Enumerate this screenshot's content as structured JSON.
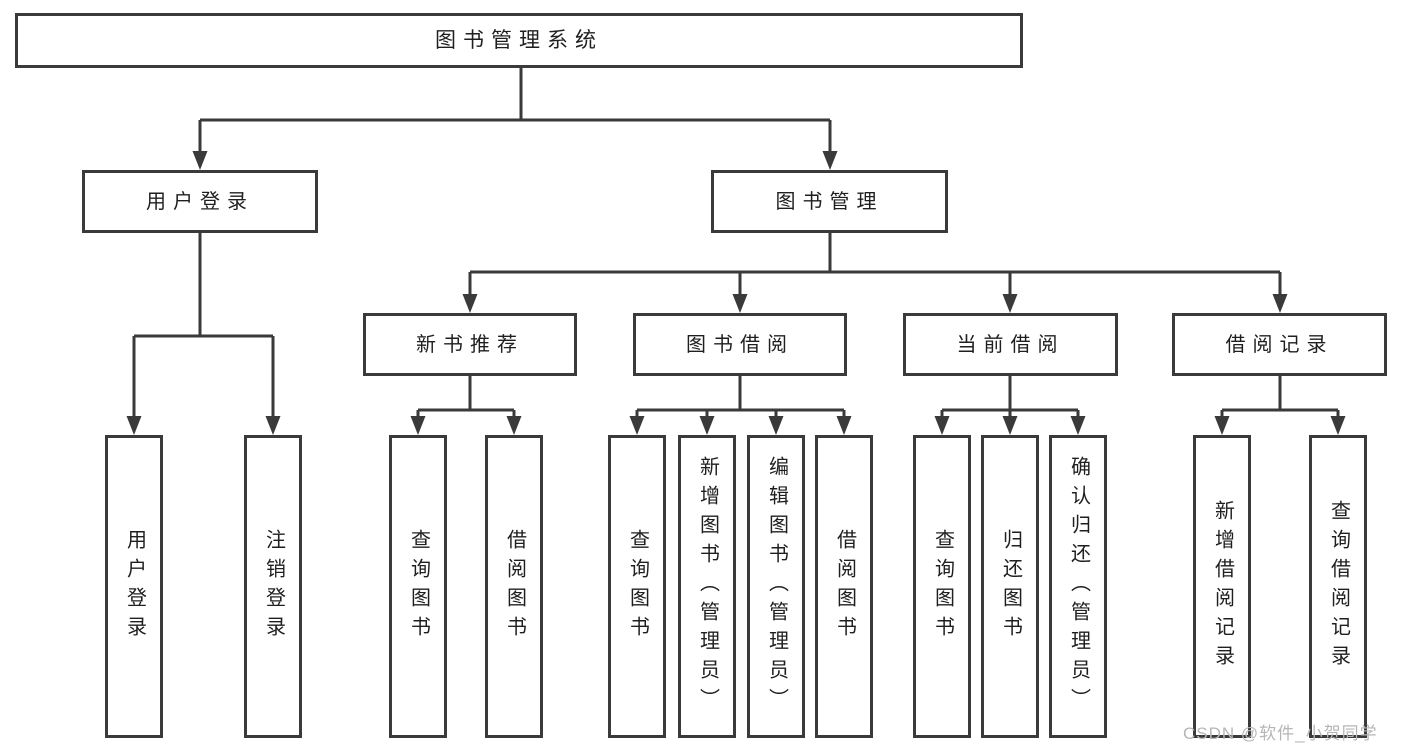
{
  "diagram": {
    "type": "hierarchy-tree",
    "watermark": "CSDN @软件_小贺同学",
    "colors": {
      "line": "#3a3a3a",
      "text": "#1f1f1f",
      "watermark": "#b6b6b6",
      "background": "#ffffff"
    },
    "tree": {
      "label": "图书管理系统",
      "children": [
        {
          "label": "用户登录",
          "children": [
            {
              "label": "用户登录"
            },
            {
              "label": "注销登录"
            }
          ]
        },
        {
          "label": "图书管理",
          "children": [
            {
              "label": "新书推荐",
              "children": [
                {
                  "label": "查询图书"
                },
                {
                  "label": "借阅图书"
                }
              ]
            },
            {
              "label": "图书借阅",
              "children": [
                {
                  "label": "查询图书"
                },
                {
                  "label": "新增图书（管理员）"
                },
                {
                  "label": "编辑图书（管理员）"
                },
                {
                  "label": "借阅图书"
                }
              ]
            },
            {
              "label": "当前借阅",
              "children": [
                {
                  "label": "查询图书"
                },
                {
                  "label": "归还图书"
                },
                {
                  "label": "确认归还（管理员）"
                }
              ]
            },
            {
              "label": "借阅记录",
              "children": [
                {
                  "label": "新增借阅记录"
                },
                {
                  "label": "查询借阅记录"
                }
              ]
            }
          ]
        }
      ]
    }
  }
}
